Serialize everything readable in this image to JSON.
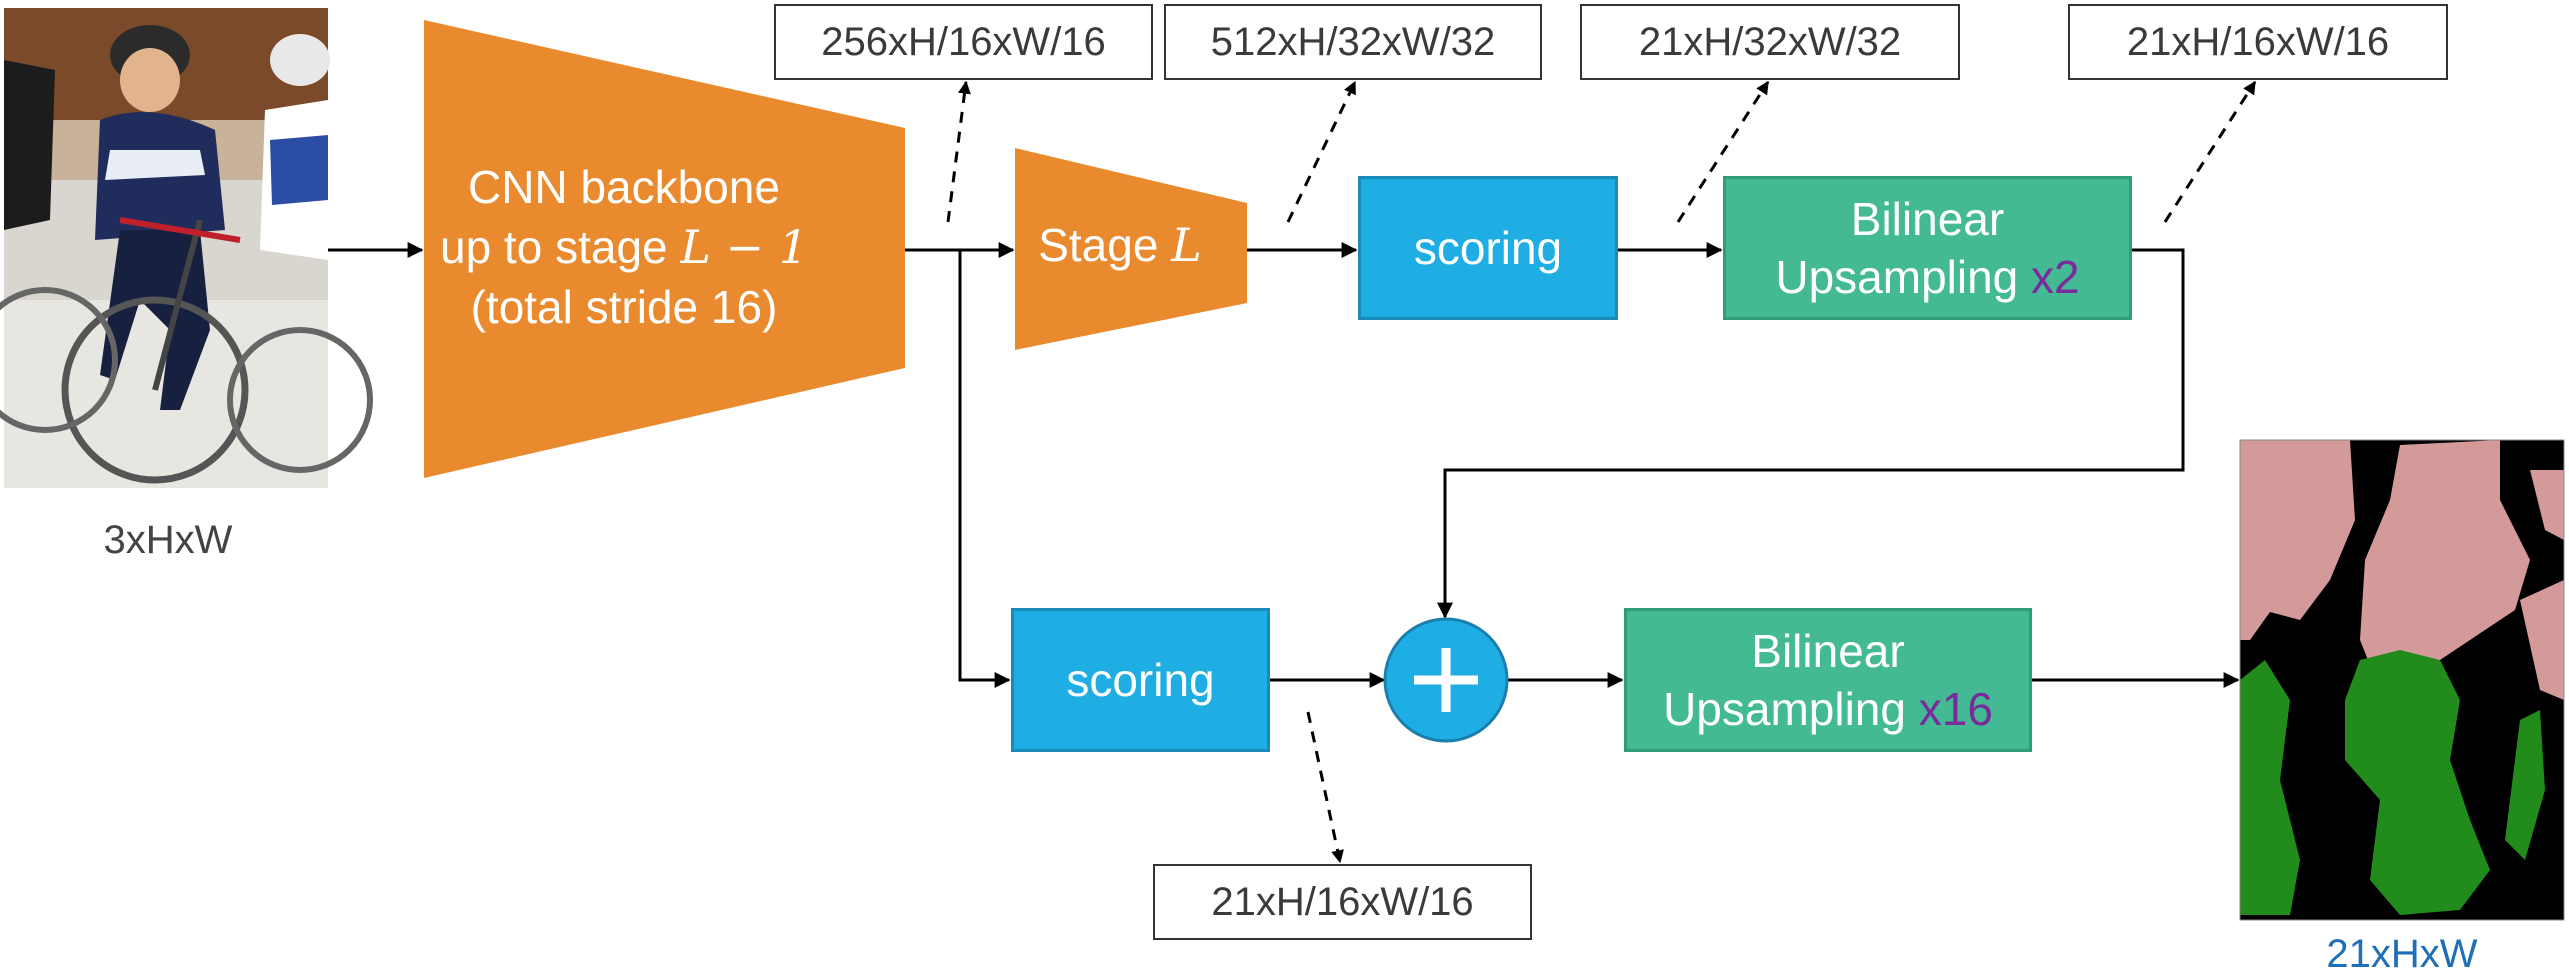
{
  "input": {
    "caption": "3xHxW",
    "photo_icon": "cyclists-photo-icon"
  },
  "backbone": {
    "line1": "CNN backbone",
    "line2_text": "up to stage ",
    "line2_math": "L − 1",
    "line3": "(total stride 16)"
  },
  "stage": {
    "text": "Stage ",
    "math": "L"
  },
  "scoring_top": {
    "label": "scoring"
  },
  "scoring_bottom": {
    "label": "scoring"
  },
  "upsample_top": {
    "line1": "Bilinear",
    "line2": "Upsampling ",
    "factor": "x2"
  },
  "upsample_bottom": {
    "line1": "Bilinear",
    "line2": "Upsampling ",
    "factor": "x16"
  },
  "sum_node": {
    "symbol": "+"
  },
  "dims": {
    "backbone_out": "256xH/16xW/16",
    "stage_out": "512xH/32xW/32",
    "score_top_out": "21xH/32xW/32",
    "upsample_top_out": "21xH/16xW/16",
    "score_bottom_out": "21xH/16xW/16"
  },
  "output": {
    "caption": "21xHxW",
    "mask_icon": "segmentation-mask-icon"
  },
  "colors": {
    "backbone": "#e98a2e",
    "scoring": "#1eaee4",
    "upsampling": "#43b994",
    "factor_text": "#7a2a9a",
    "output_caption": "#1e6fb8",
    "mask_person": "#d49a9a",
    "mask_bicycle": "#218c1c",
    "mask_background": "#000000"
  }
}
